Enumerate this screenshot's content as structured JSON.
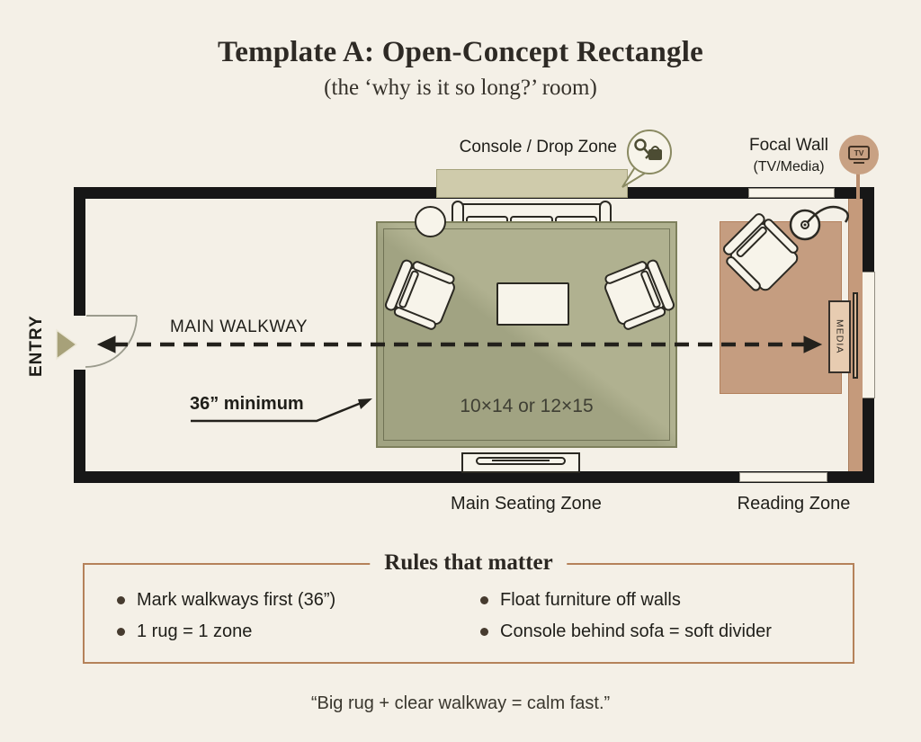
{
  "header": {
    "title": "Template A: Open-Concept Rectangle",
    "subtitle": "(the ‘why is it so long?’ room)"
  },
  "room": {
    "console_label": "Console / Drop Zone",
    "focal_wall_label": "Focal Wall",
    "focal_wall_sublabel": "(TV/Media)",
    "tv_badge": "TV",
    "media_label": "MEDIA",
    "entry_label": "ENTRY",
    "walkway_label": "MAIN WALKWAY",
    "clearance_label": "36” minimum",
    "rug_size_label": "10×14 or 12×15",
    "seating_zone_label": "Main Seating Zone",
    "reading_zone_label": "Reading Zone"
  },
  "rules": {
    "title": "Rules that matter",
    "left": [
      "Mark walkways first (36”)",
      "1 rug = 1 zone"
    ],
    "right": [
      "Float furniture off walls",
      "Console behind sofa = soft divider"
    ]
  },
  "quote": "“Big rug + clear walkway = calm fast.”",
  "colors": {
    "background": "#f4f0e7",
    "wall": "#171717",
    "main_rug": "#a8aa89",
    "reading_rug": "#c59d80",
    "console": "#cfcbab",
    "accent_tan": "#c8a183",
    "rules_border": "#b5825a",
    "furniture": "#f7f4ea",
    "outline": "#2b2922"
  }
}
